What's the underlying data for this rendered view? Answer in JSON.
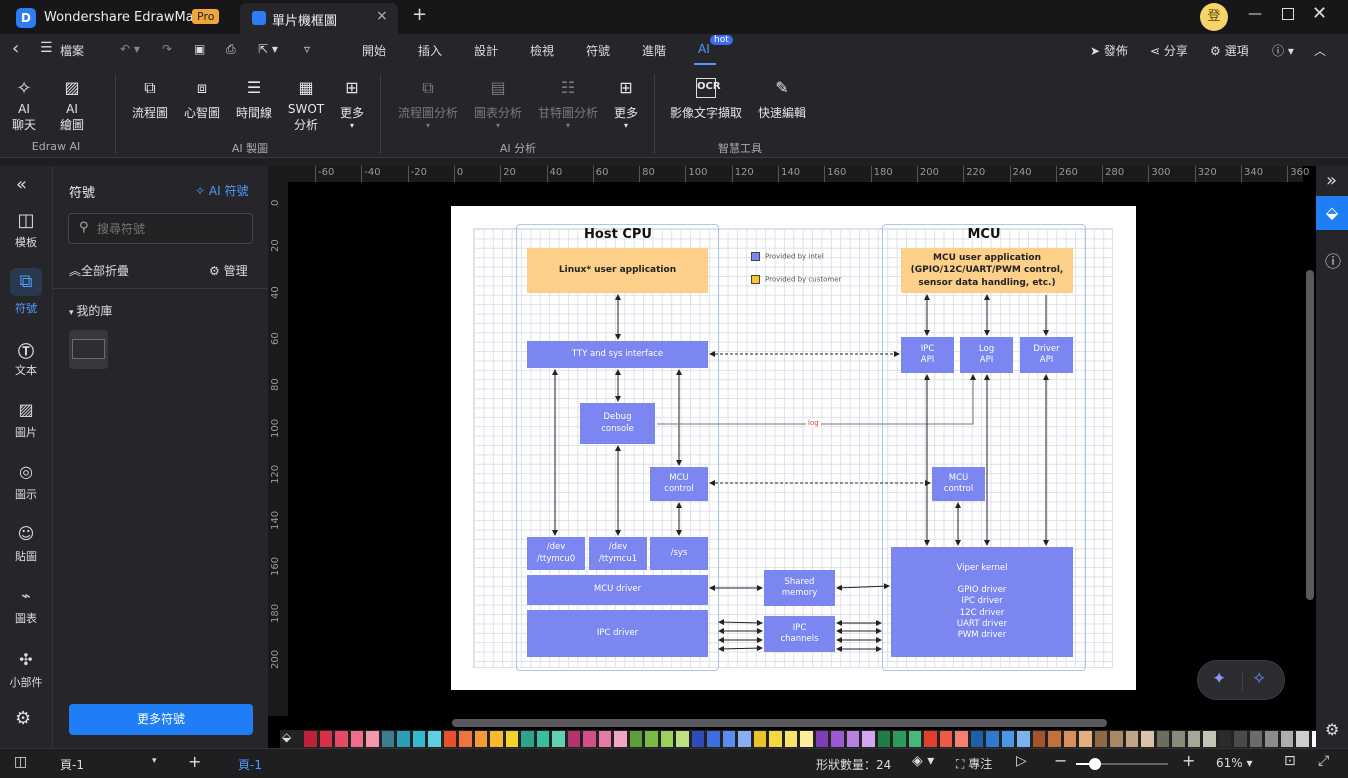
{
  "app": {
    "name": "Wondershare EdrawMax",
    "badge": "Pro",
    "doc_tab": "單片機框圖",
    "user_avatar": "登"
  },
  "menu": {
    "back": "‹",
    "file": "檔案",
    "items": [
      "開始",
      "插入",
      "設計",
      "檢視",
      "符號",
      "進階",
      "AI"
    ],
    "ai_badge": "hot",
    "right": [
      "發佈",
      "分享",
      "選項"
    ]
  },
  "ribbon": {
    "edraw_ai": {
      "group": "Edraw AI",
      "buttons": [
        "AI\n聊天",
        "AI\n繪圖"
      ]
    },
    "ai_draw": {
      "group": "AI 製圖",
      "buttons": [
        "流程圖",
        "心智圖",
        "時間線",
        "SWOT\n分析",
        "更多"
      ]
    },
    "ai_analysis": {
      "group": "AI 分析",
      "buttons": [
        "流程圖分析",
        "圖表分析",
        "甘特圖分析",
        "更多"
      ]
    },
    "smart": {
      "group": "智慧工具",
      "buttons": [
        "影像文字擷取",
        "快速編輯"
      ]
    }
  },
  "rail": {
    "items": [
      "模板",
      "符號",
      "文本",
      "圖片",
      "圖示",
      "貼圖",
      "圖表",
      "小部件"
    ]
  },
  "panel": {
    "title": "符號",
    "ai_symbol": "AI 符號",
    "search_placeholder": "搜尋符號",
    "collapse_all": "全部折疊",
    "manage": "管理",
    "library": "我的庫",
    "more_button": "更多符號"
  },
  "ruler": {
    "h": [
      "-60",
      "-40",
      "-20",
      "0",
      "20",
      "40",
      "60",
      "80",
      "100",
      "120",
      "140",
      "160",
      "180",
      "200",
      "220",
      "240",
      "260",
      "280",
      "300",
      "320",
      "340",
      "360"
    ],
    "v": [
      "0",
      "20",
      "40",
      "60",
      "80",
      "100",
      "120",
      "140",
      "160",
      "180",
      "200"
    ]
  },
  "diagram": {
    "host_title": "Host CPU",
    "mcu_title": "MCU",
    "legend": [
      {
        "label": "Provided by intel",
        "color": "#7b86f0"
      },
      {
        "label": "Provided by customer",
        "color": "#fdc22f"
      }
    ],
    "linux_app": "Linux* user application",
    "mcu_app": "MCU user application\n(GPIO/12C/UART/PWM control,\nsensor data handling, etc.)",
    "tty": "TTY and sys interface",
    "ipc_api": "IPC\nAPI",
    "log_api": "Log\nAPI",
    "driver_api": "Driver\nAPI",
    "debug": "Debug\nconsole",
    "log_label": "log",
    "mcu_control_host": "MCU\ncontrol",
    "mcu_control_mcu": "MCU\ncontrol",
    "dev0": "/dev\n/ttymcu0",
    "dev1": "/dev\n/ttymcu1",
    "sys": "/sys",
    "mcu_driver": "MCU driver",
    "shared": "Shared\nmemory",
    "ipc_driver": "IPC driver",
    "ipc_channels": "IPC\nchannels",
    "viper": "Viper kernel\n\nGPIO driver\nIPC driver\n12C driver\nUART driver\nPWM driver"
  },
  "palette": [
    "#c0213a",
    "#d6304a",
    "#e24a66",
    "#ef6d8a",
    "#f597ab",
    "#3b7f8f",
    "#2aa0b5",
    "#35b9cf",
    "#5fd0e0",
    "#e8502a",
    "#f07340",
    "#f59a36",
    "#f7b92f",
    "#f4d22b",
    "#2ca58d",
    "#38bfa0",
    "#5fd1b3",
    "#b2356e",
    "#d24f8a",
    "#e57aa6",
    "#f0a7c4",
    "#5f9e3a",
    "#7bba45",
    "#9ad05d",
    "#bfe07f",
    "#2d4cb8",
    "#3e6ee0",
    "#5a8df0",
    "#86aff6",
    "#e8c42a",
    "#f3d83e",
    "#f7e46b",
    "#faee9a",
    "#7d3fb5",
    "#9a5ad2",
    "#b77ee4",
    "#d2a6f0",
    "#1f7d4a",
    "#2c9b5e",
    "#46b877",
    "#e04032",
    "#ee5a48",
    "#f5806f",
    "#1e5fa8",
    "#2c7bd0",
    "#4d98e6",
    "#7ab4f0",
    "#a6522a",
    "#c2703c",
    "#d88f5a",
    "#e8ae80",
    "#8f6a4a",
    "#a88866",
    "#c2a586",
    "#d8c3a9",
    "#6d6d5e",
    "#8a8a78",
    "#a8a896",
    "#c4c4b4",
    "#2b2b2b",
    "#4a4a4a",
    "#6b6b6b",
    "#8c8c8c",
    "#adadad",
    "#cecece",
    "#ffffff"
  ],
  "status": {
    "page_menu": "頁-1",
    "page_tab": "頁-1",
    "shape_count": "形狀數量：24",
    "focus": "專注",
    "zoom": "61%"
  }
}
